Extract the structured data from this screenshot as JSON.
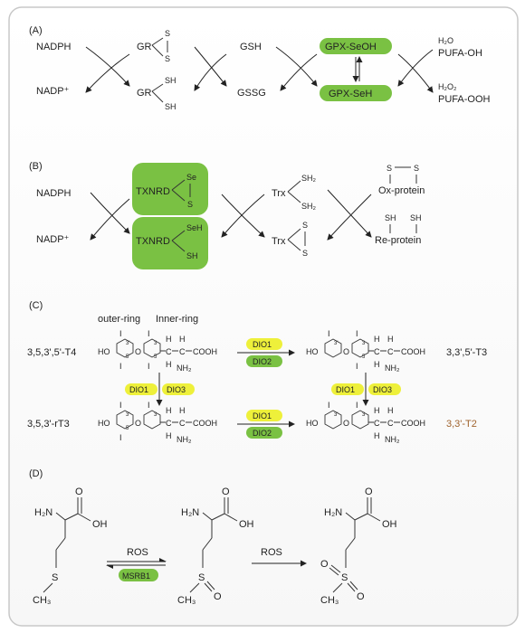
{
  "colors": {
    "green": "#7ac143",
    "green_dark": "#3d8a1f",
    "yellow": "#eef03a",
    "brown": "#a0632d"
  },
  "panelA": {
    "label": "(A)",
    "nadph": "NADPH",
    "nadp": "NADP⁺",
    "gr": "GR",
    "s": "S",
    "sh": "SH",
    "gsh": "GSH",
    "gssg": "GSSG",
    "gpx_seoh": "GPX-SeOH",
    "gpx_seh": "GPX-SeH",
    "h2o": "H₂O",
    "pufa_oh": "PUFA-OH",
    "h2o2": "H₂O₂",
    "pufa_ooh": "PUFA-OOH"
  },
  "panelB": {
    "label": "(B)",
    "nadph": "NADPH",
    "nadp": "NADP⁺",
    "txnrd": "TXNRD",
    "se": "Se",
    "s": "S",
    "seh": "SeH",
    "sh": "SH",
    "trx": "Trx",
    "sh2": "SH₂",
    "ox_protein": "Ox-protein",
    "re_protein": "Re-protein"
  },
  "panelC": {
    "label": "(C)",
    "outer_ring": "outer-ring",
    "inner_ring": "Inner-ring",
    "t4": "3,5,3',5'-T4",
    "t3": "3,3',5'-T3",
    "rt3": "3,5,3'-rT3",
    "t2": "3,3'-T2",
    "dio1": "DIO1",
    "dio2": "DIO2",
    "dio3": "DIO3",
    "ho": "HO",
    "o": "O",
    "i": "I",
    "h": "H",
    "c": "C",
    "cooh": "COOH",
    "nh2": "NH₂",
    "n3p": "3'",
    "n5p": "5'",
    "n3": "3",
    "n5": "5"
  },
  "panelD": {
    "label": "(D)",
    "h2n": "H₂N",
    "o": "O",
    "oh": "OH",
    "s": "S",
    "ch3": "CH₃",
    "ros": "ROS",
    "msrb1": "MSRB1"
  }
}
